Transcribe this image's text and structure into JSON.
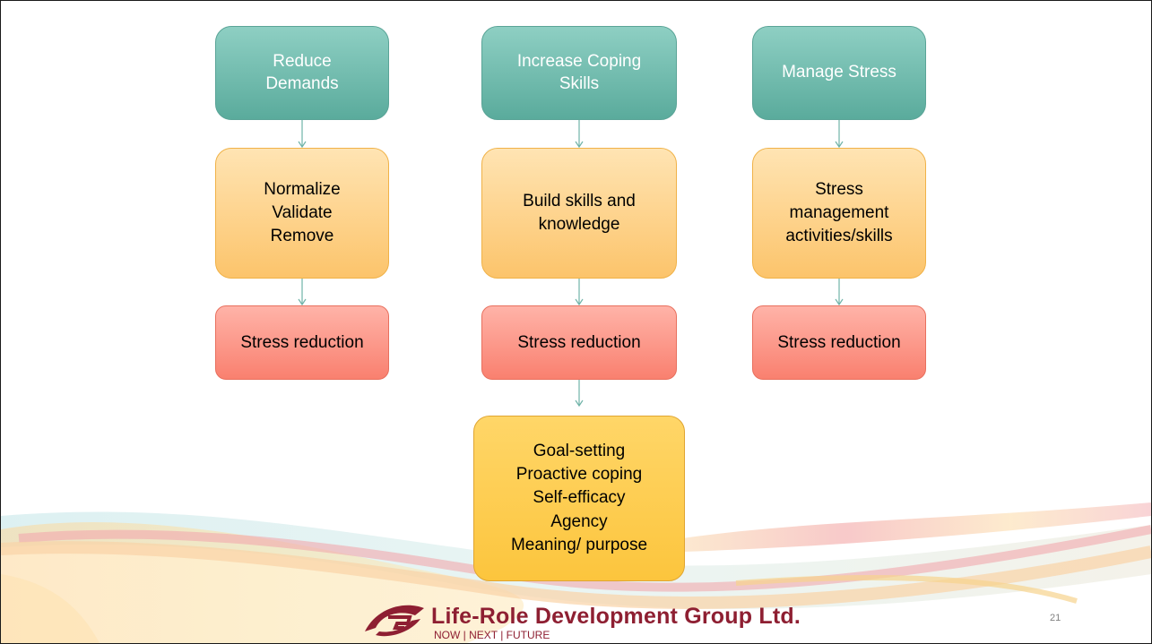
{
  "columns": [
    {
      "top_label": "Reduce\nDemands",
      "middle_label": "Normalize\nValidate\nRemove",
      "bottom_label": "Stress reduction"
    },
    {
      "top_label": "Increase Coping\nSkills",
      "middle_label": "Build skills and\nknowledge",
      "bottom_label": "Stress reduction"
    },
    {
      "top_label": "Manage Stress",
      "middle_label": "Stress\nmanagement\nactivities/skills",
      "bottom_label": "Stress reduction"
    }
  ],
  "outcome_box": {
    "label": "Goal-setting\nProactive coping\nSelf-efficacy\nAgency\nMeaning/ purpose"
  },
  "footer": {
    "company_name": "Life-Role Development Group Ltd.",
    "tagline": "NOW | NEXT | FUTURE",
    "page_number": "21"
  },
  "colors": {
    "top_box": "#6fb9ab",
    "middle_box": "#fdd08a",
    "bottom_box": "#fb9585",
    "outcome_box": "#fdcc4f",
    "connector": "#6fb3a8",
    "brand": "#8e1f32"
  }
}
